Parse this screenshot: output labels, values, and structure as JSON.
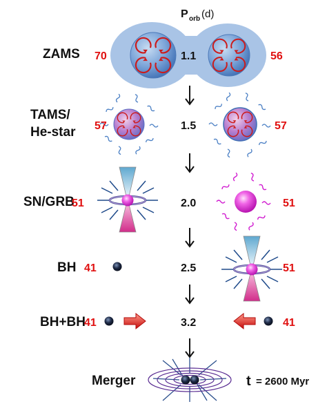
{
  "header": {
    "period_symbol": "P",
    "period_subscript": "orb",
    "period_unit": "(d)"
  },
  "stages": [
    {
      "label": "ZAMS",
      "left_mass": "70",
      "period": "1.1",
      "right_mass": "56"
    },
    {
      "label_line1": "TAMS/",
      "label_line2": "He-star",
      "left_mass": "57",
      "period": "1.5",
      "right_mass": "57"
    },
    {
      "label": "SN/GRB",
      "left_mass": "51",
      "period": "2.0",
      "right_mass": "51"
    },
    {
      "label": "BH",
      "left_mass": "41",
      "period": "2.5",
      "right_mass": "51"
    },
    {
      "label": "BH+BH",
      "left_mass": "41",
      "period": "3.2",
      "right_mass": "41"
    },
    {
      "label": "Merger"
    }
  ],
  "time": {
    "symbol": "t",
    "value": "= 2600 Myr"
  },
  "colors": {
    "envelope": "#a9c4e6",
    "star_blue": "#3f6fb4",
    "convection": "#cc1b1b",
    "mass_text": "#e01010",
    "jet_magenta": "#d6419a",
    "jet_cyan": "#8fc7e2",
    "magenta_glow": "#e21fd3",
    "black_hole": "#131a2c",
    "merger_rings": "#5a2d92",
    "arrow_red": "#d41212"
  }
}
